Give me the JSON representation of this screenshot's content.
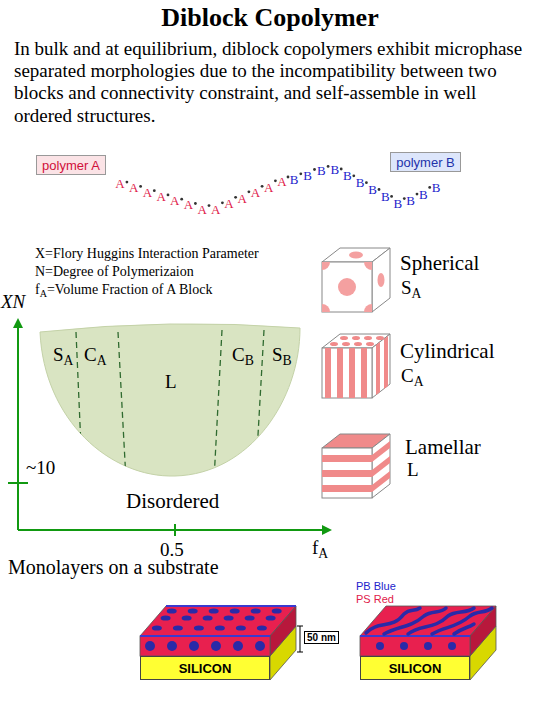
{
  "diagram": {
    "title": "Diblock Copolymer",
    "nodes": [
      {
        "text": [
          "polymer A"
        ]
      },
      {
        "text": [
          "polymer B"
        ]
      },
      {
        "text": [
          "SILICON"
        ]
      },
      {
        "text": [
          "SILICON"
        ]
      }
    ],
    "labels": [
      "In bulk and at equilibrium, diblock copolymers exhibit microphase separated morphologies due to the incompatibility between two blocks and connectivity constraint, and self-assemble in well ordered structures.",
      "A",
      "A",
      "A",
      "A",
      "A",
      "A",
      "A",
      "A",
      "A",
      "A",
      "A",
      "A",
      "A",
      "B",
      "B",
      "B",
      "B",
      "B",
      "B",
      "B",
      "B",
      "B",
      "B",
      "B",
      "B",
      "X=Flory Huggins Interaction Parameter",
      "N=Degree of Polymerizaion",
      "fA=Volume Fraction of A Block",
      "XN",
      "SA",
      "CA",
      "L",
      "CB",
      "SB",
      "~10",
      "Disordered",
      "0.5",
      "fA",
      "Spherical",
      "SA",
      "Cylindrical",
      "CA",
      "Lamellar",
      "L",
      "Monolayers on a substrate",
      "PB Blue",
      "PS Red",
      "50 nm"
    ]
  }
}
